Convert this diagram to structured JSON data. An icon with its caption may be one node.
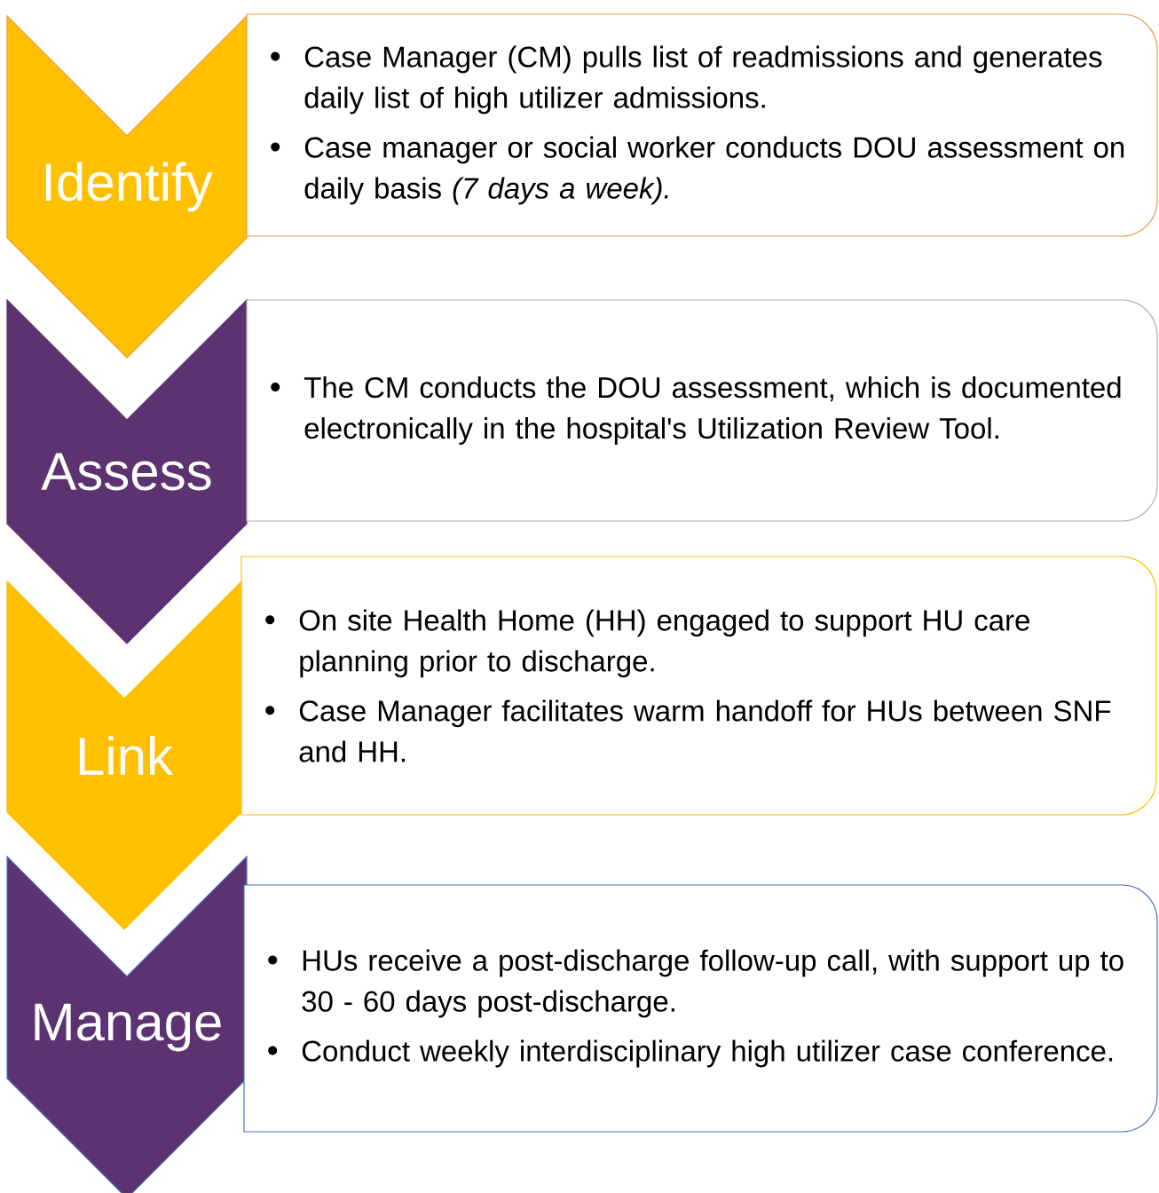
{
  "diagram": {
    "nodes": [
      {
        "text": [
          "Identify"
        ]
      },
      {
        "text": [
          "Case Manager (CM) pulls list of readmissions and generates daily list of high utilizer admissions.",
          "Case manager or social worker conducts DOU assessment on daily basis *(7 days a week).*"
        ]
      },
      {
        "text": [
          "Assess"
        ]
      },
      {
        "text": [
          "The CM conducts the DOU assessment, which is documented electronically in the hospital's Utilization Review Tool."
        ]
      },
      {
        "text": [
          "Link"
        ]
      },
      {
        "text": [
          "On site Health Home (HH) engaged to support HU care planning prior to discharge.",
          "Case Manager facilitates warm handoff for HUs between SNF and HH."
        ]
      },
      {
        "text": [
          "Manage"
        ]
      },
      {
        "text": [
          "HUs receive a post-discharge follow-up call, with support up to 30 - 60 days post-discharge.",
          "Conduct weekly interdisciplinary high utilizer case conference."
        ]
      }
    ]
  }
}
